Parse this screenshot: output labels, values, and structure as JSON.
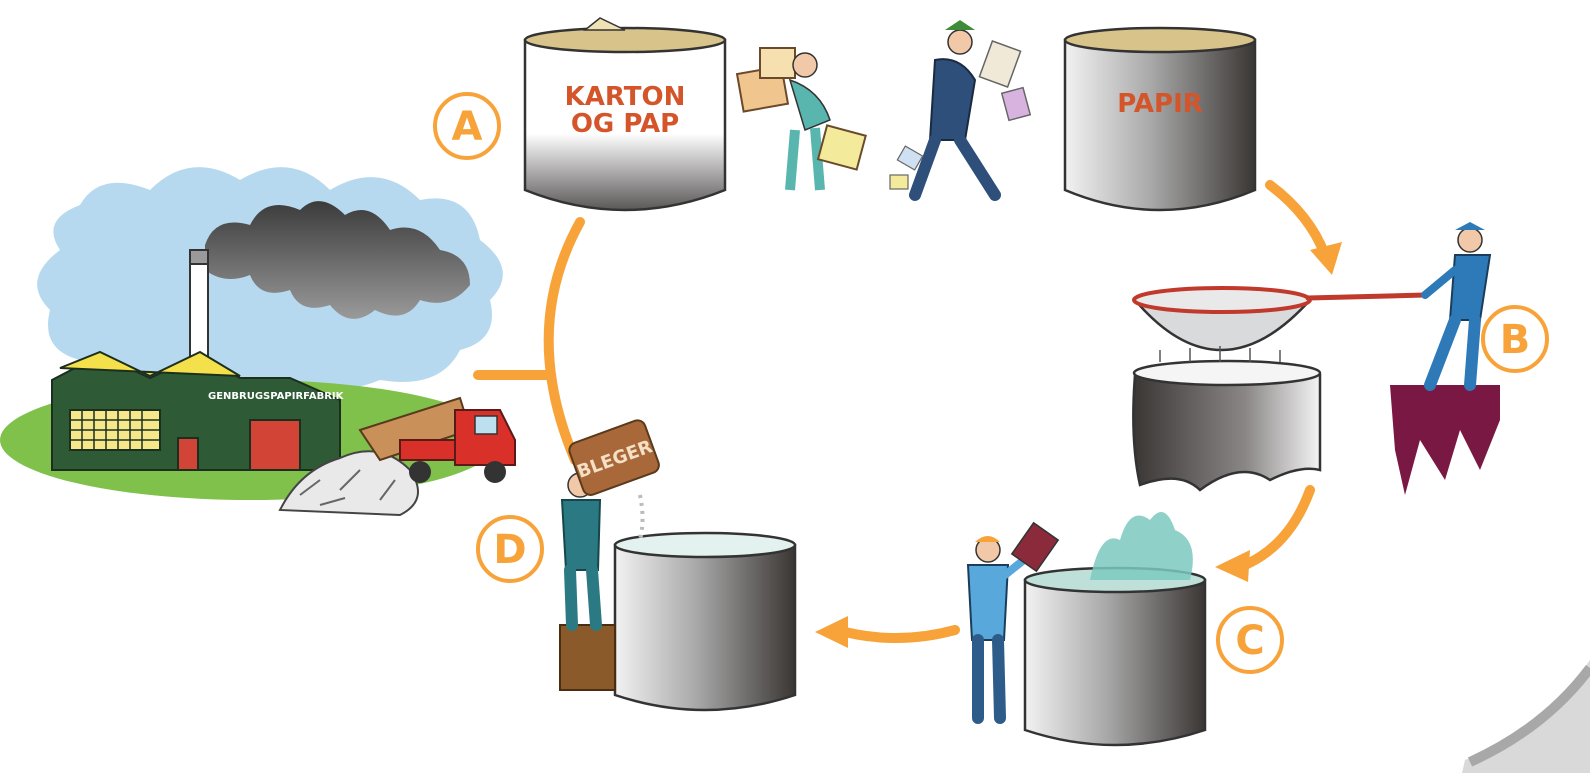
{
  "colors": {
    "accent": "#f7a33a",
    "factory_green": "#2f5a36",
    "sky": "#b4d8ee",
    "smoke": "#555555",
    "barrel_label": "#d4552a",
    "truck_red": "#d9302a",
    "worker_blue": "#2e7ab8",
    "pedestal": "#7a1844"
  },
  "steps": {
    "a": "A",
    "b": "B",
    "c": "C",
    "d": "D"
  },
  "barrels": {
    "karton_line1": "KARTON",
    "karton_line2": "OG PAP",
    "papir": "PAPIR"
  },
  "factory": {
    "sign": "GENBRUGSPAPIRFABRIK"
  },
  "sack": {
    "label": "BLEGER"
  },
  "icons": [
    "factory-icon",
    "truck-icon",
    "worker-icon",
    "barrel-icon",
    "sieve-icon",
    "bottle-icon",
    "sack-icon",
    "arrow-icon"
  ]
}
